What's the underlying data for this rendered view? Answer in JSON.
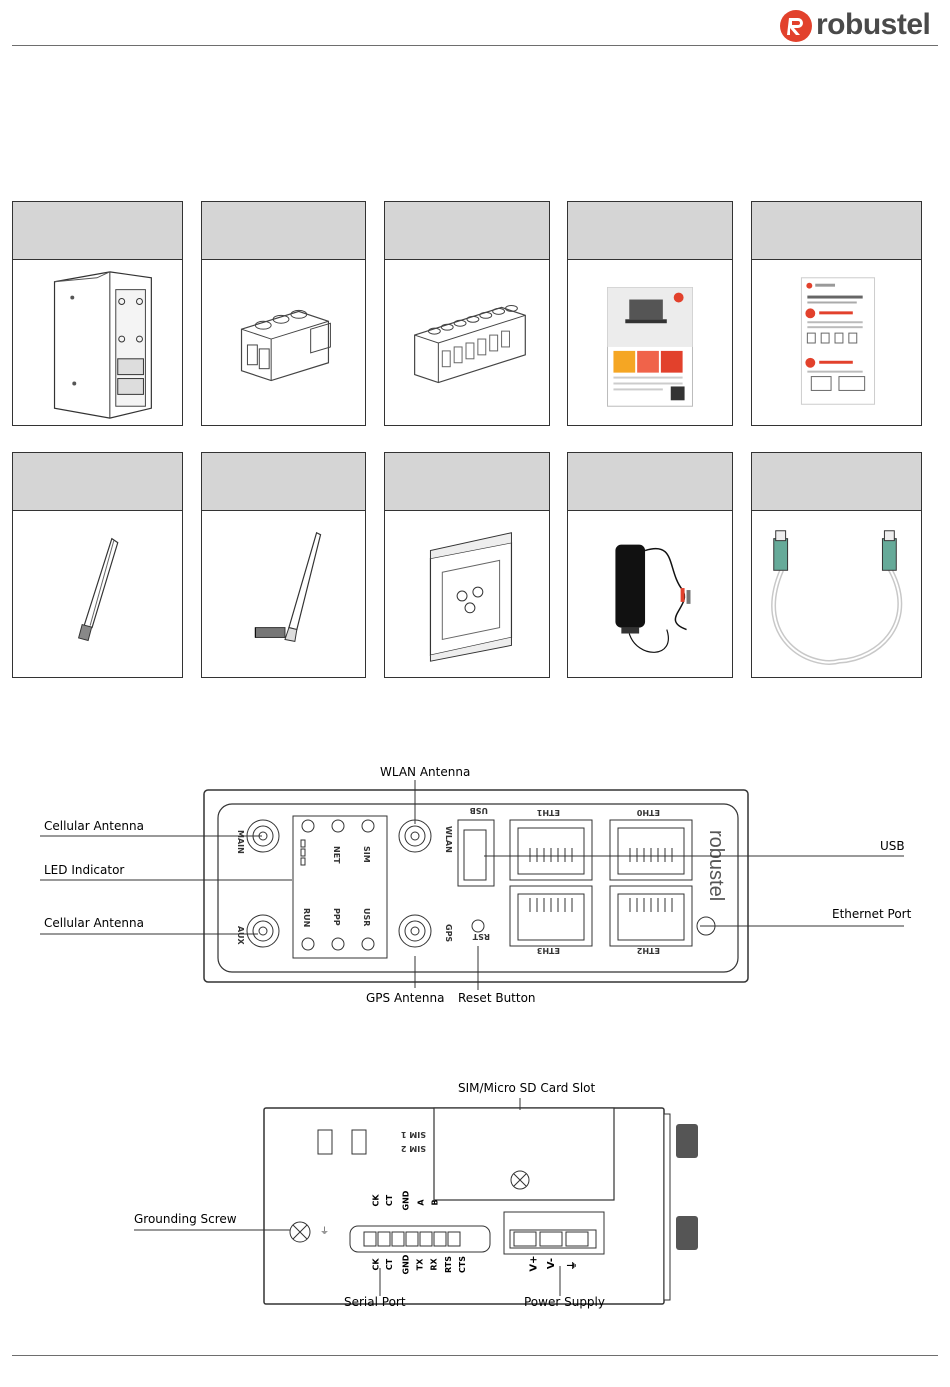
{
  "brand": {
    "name": "robustel",
    "logo_color": "#e2412c"
  },
  "packing_list": {
    "row1": [
      "router",
      "power-terminal-block",
      "serial-terminal-block",
      "poster",
      "quick-start-guide"
    ],
    "row2": [
      "stubby-antenna",
      "whip-antenna",
      "din-rail-bracket",
      "power-adapter",
      "ethernet-cable"
    ]
  },
  "front_panel": {
    "callouts": {
      "wlan_antenna": "WLAN Antenna",
      "cellular_antenna_main": "Cellular Antenna",
      "led_indicator": "LED Indicator",
      "cellular_antenna_aux": "Cellular Antenna",
      "gps_antenna": "GPS Antenna",
      "reset_button": "Reset Button",
      "usb": "USB",
      "ethernet_port": "Ethernet Port"
    },
    "silkscreen": {
      "main": "MAIN",
      "aux": "AUX",
      "wlan": "WLAN",
      "gps": "GPS",
      "net": "NET",
      "sim": "SIM",
      "run": "RUN",
      "ppp": "PPP",
      "usr": "USR",
      "usb": "USB",
      "rst": "RST",
      "eth0": "ETH0",
      "eth1": "ETH1",
      "eth2": "ETH2",
      "eth3": "ETH3",
      "brand": "robustel"
    }
  },
  "bottom_panel": {
    "callouts": {
      "sim_slot": "SIM/Micro SD Card Slot",
      "grounding_screw": "Grounding Screw",
      "serial_port": "Serial Port",
      "power_supply": "Power Supply"
    },
    "silkscreen": {
      "sim1": "SIM 1",
      "sim2": "SIM 2",
      "top_pins": [
        "CK",
        "CT",
        "GND",
        "A",
        "B"
      ],
      "bottom_pins": [
        "CK",
        "CT",
        "GND",
        "TX",
        "RX",
        "RTS",
        "CTS"
      ],
      "power_pins": [
        "V+",
        "V-",
        "⏚"
      ]
    }
  }
}
